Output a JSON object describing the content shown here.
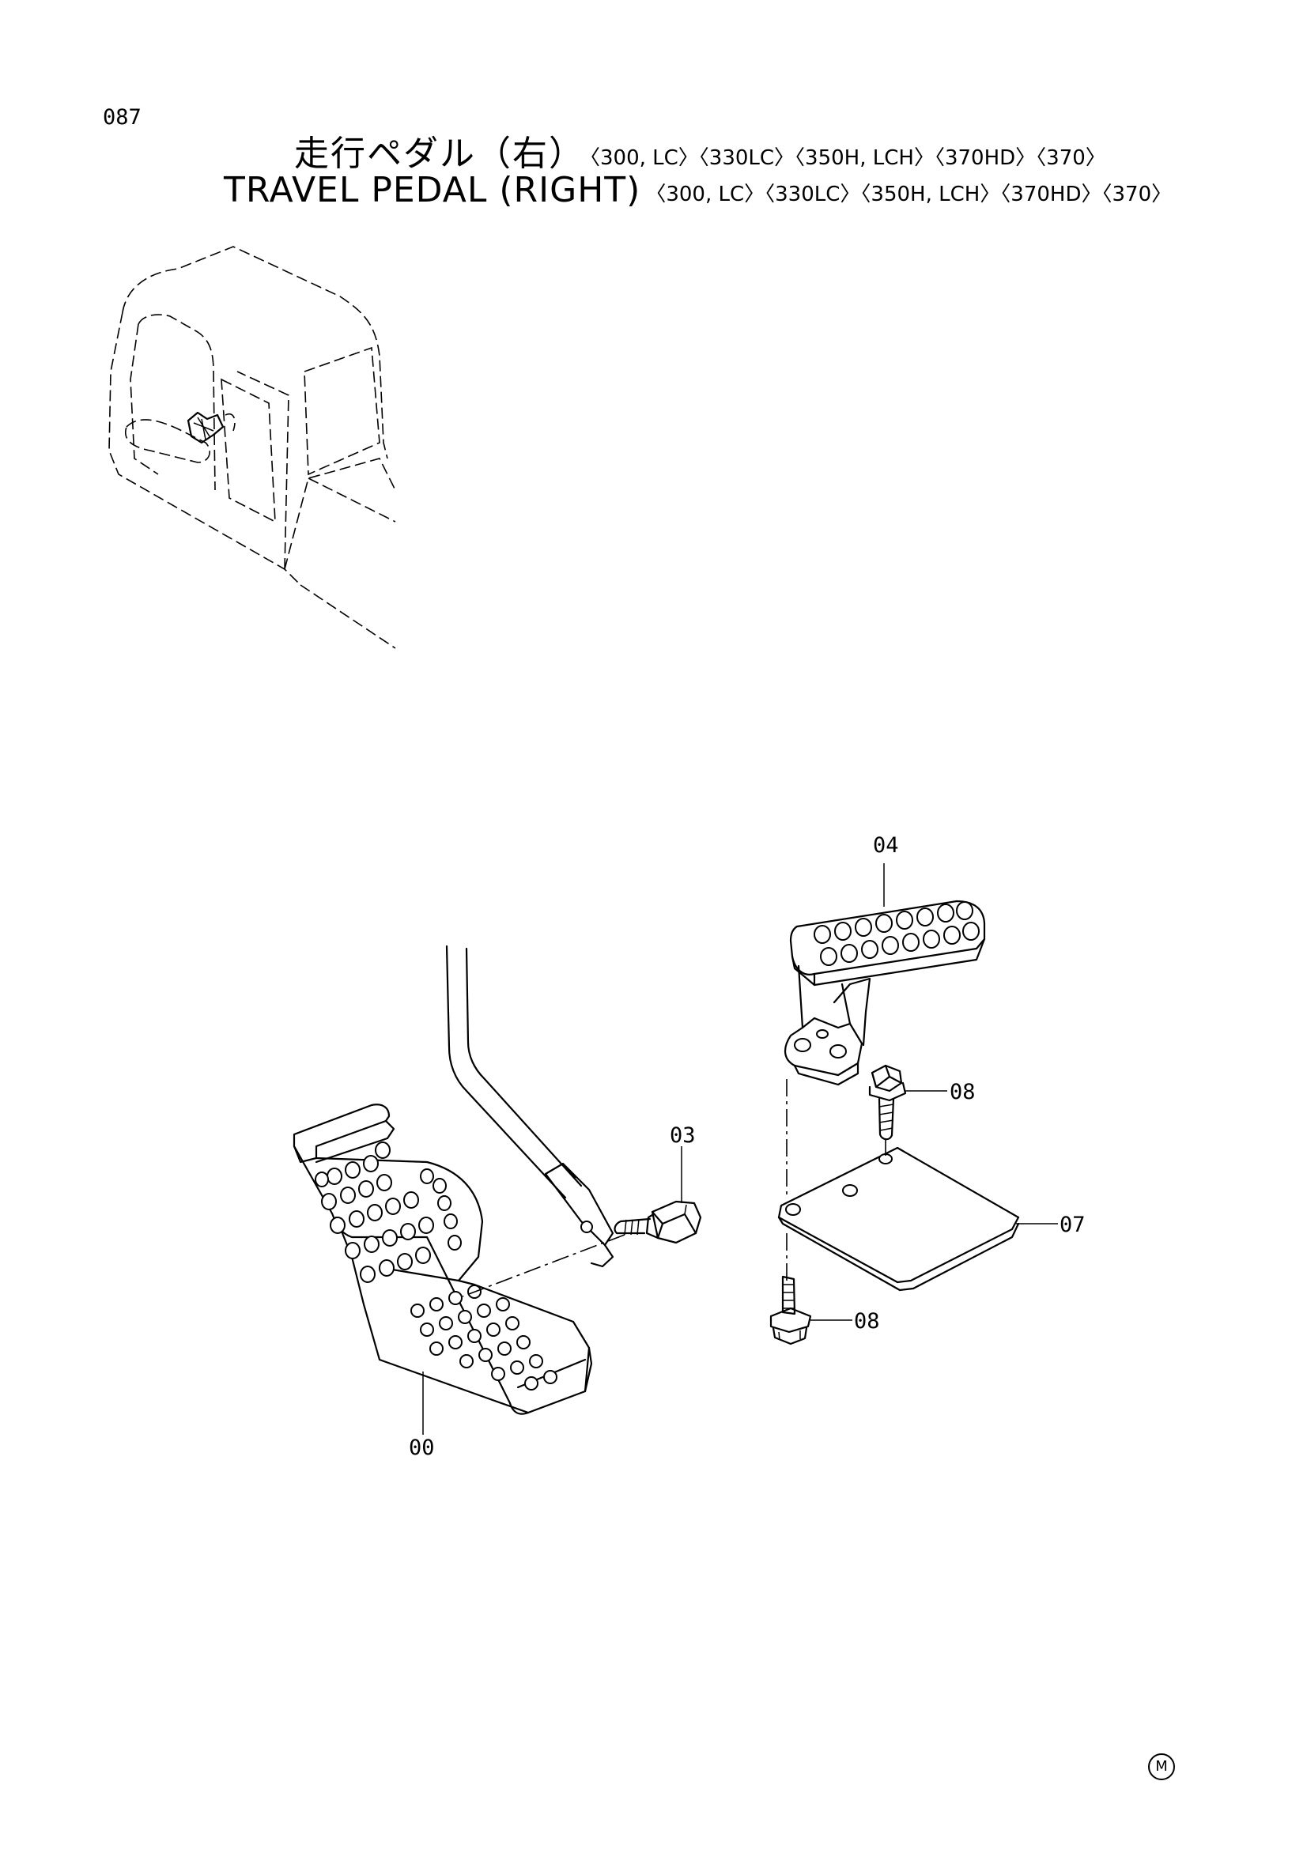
{
  "page_number": "087",
  "title_jp": "走行ペダル（右）",
  "title_en": "TRAVEL PEDAL (RIGHT)",
  "models": "〈300, LC〉〈330LC〉〈350H, LCH〉〈370HD〉〈370〉",
  "callouts": {
    "c00": "00",
    "c03": "03",
    "c04": "04",
    "c07": "07",
    "c08_top": "08",
    "c08_bottom": "08"
  },
  "manufacturer_mark": "M"
}
